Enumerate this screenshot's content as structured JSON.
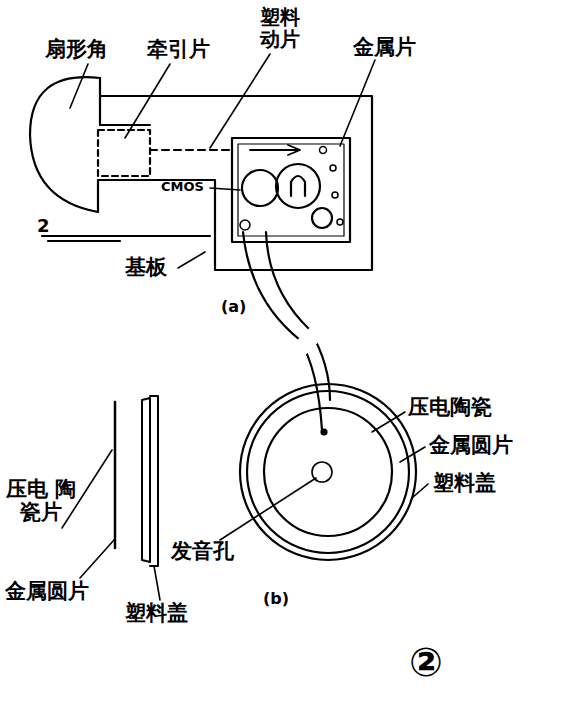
{
  "diagram": {
    "labels": [
      "扇形角",
      "牵引片",
      "塑料 动片",
      "金属片",
      "CMOS",
      "2",
      "基板",
      "(a)",
      "压电陶瓷",
      "金属圆片",
      "塑料盖",
      "压电 陶瓷片",
      "发音孔",
      "金属圆片",
      "塑料盖",
      "(b)",
      "②"
    ]
  }
}
